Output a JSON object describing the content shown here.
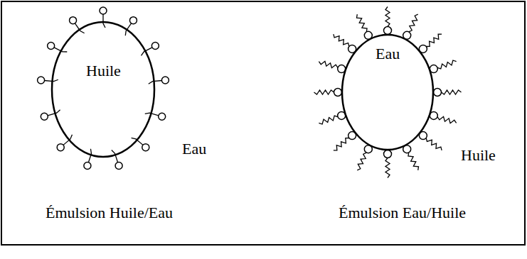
{
  "diagram": {
    "nodes": [
      {
        "text": [
          "Huile"
        ]
      },
      {
        "text": [
          "Eau"
        ]
      }
    ],
    "labels": [
      "Eau",
      "Émulsion Huile/Eau",
      "Huile",
      "Émulsion Eau/Huile"
    ]
  }
}
